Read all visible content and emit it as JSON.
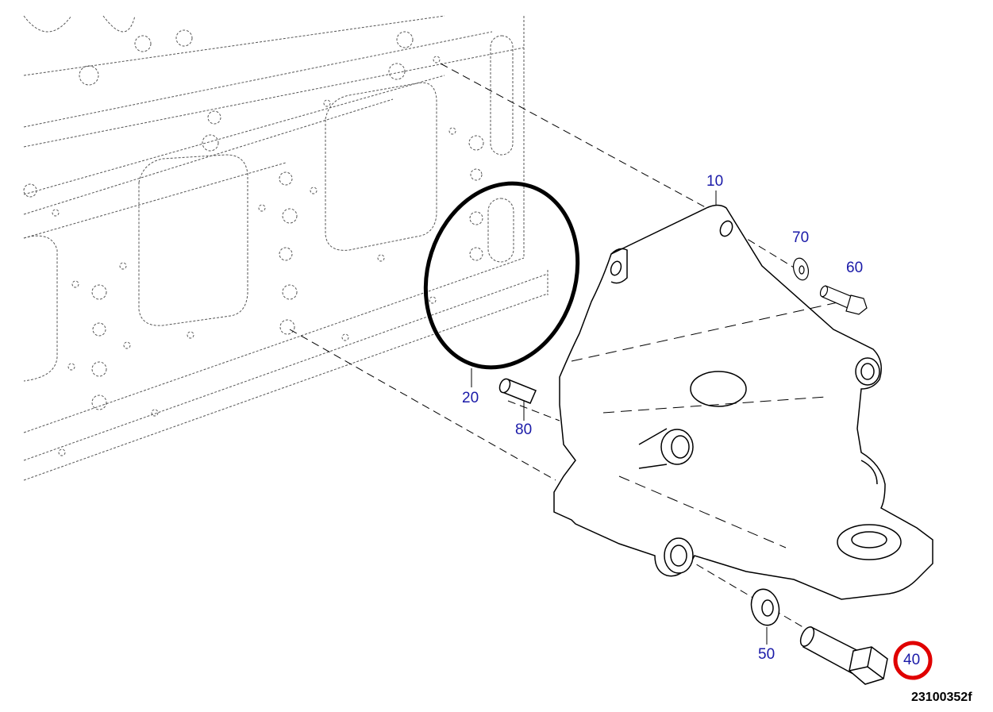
{
  "diagram": {
    "reference_number": "23100352f",
    "callouts": [
      {
        "id": "c10",
        "label": "10"
      },
      {
        "id": "c20",
        "label": "20"
      },
      {
        "id": "c40",
        "label": "40",
        "highlighted": true
      },
      {
        "id": "c50",
        "label": "50"
      },
      {
        "id": "c60",
        "label": "60"
      },
      {
        "id": "c70",
        "label": "70"
      },
      {
        "id": "c80",
        "label": "80"
      }
    ],
    "colors": {
      "callout_text": "#1a1aa8",
      "highlight_ring": "#e00000",
      "line": "#000000"
    }
  }
}
